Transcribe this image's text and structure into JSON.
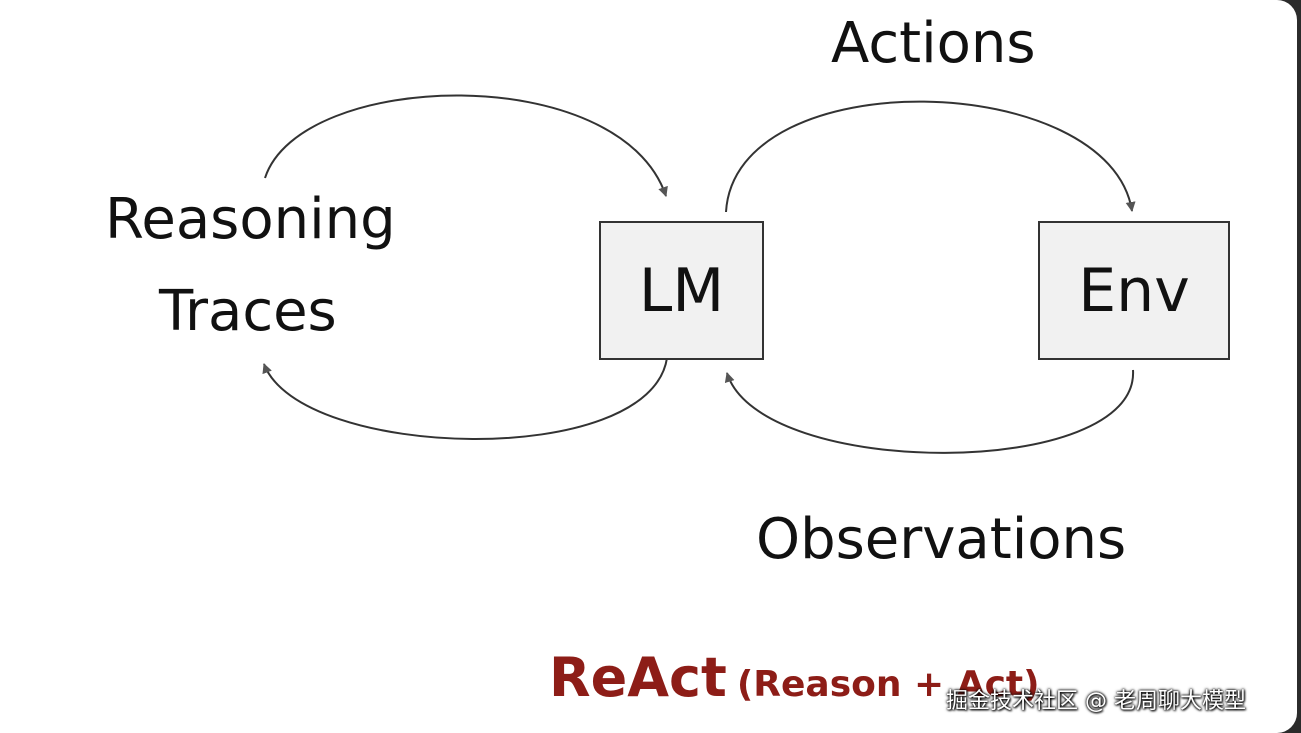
{
  "diagram": {
    "nodes": {
      "lm": "LM",
      "env": "Env"
    },
    "edge_labels": {
      "reasoning_line1": "Reasoning",
      "reasoning_line2": "Traces",
      "actions": "Actions",
      "observations": "Observations"
    },
    "title": {
      "main": "ReAct",
      "sub": "(Reason + Act)"
    },
    "colors": {
      "title": "#8d1d17",
      "box_fill": "#f1f1f1",
      "stroke": "#333333"
    }
  },
  "watermark": "掘金技术社区 @ 老周聊大模型"
}
